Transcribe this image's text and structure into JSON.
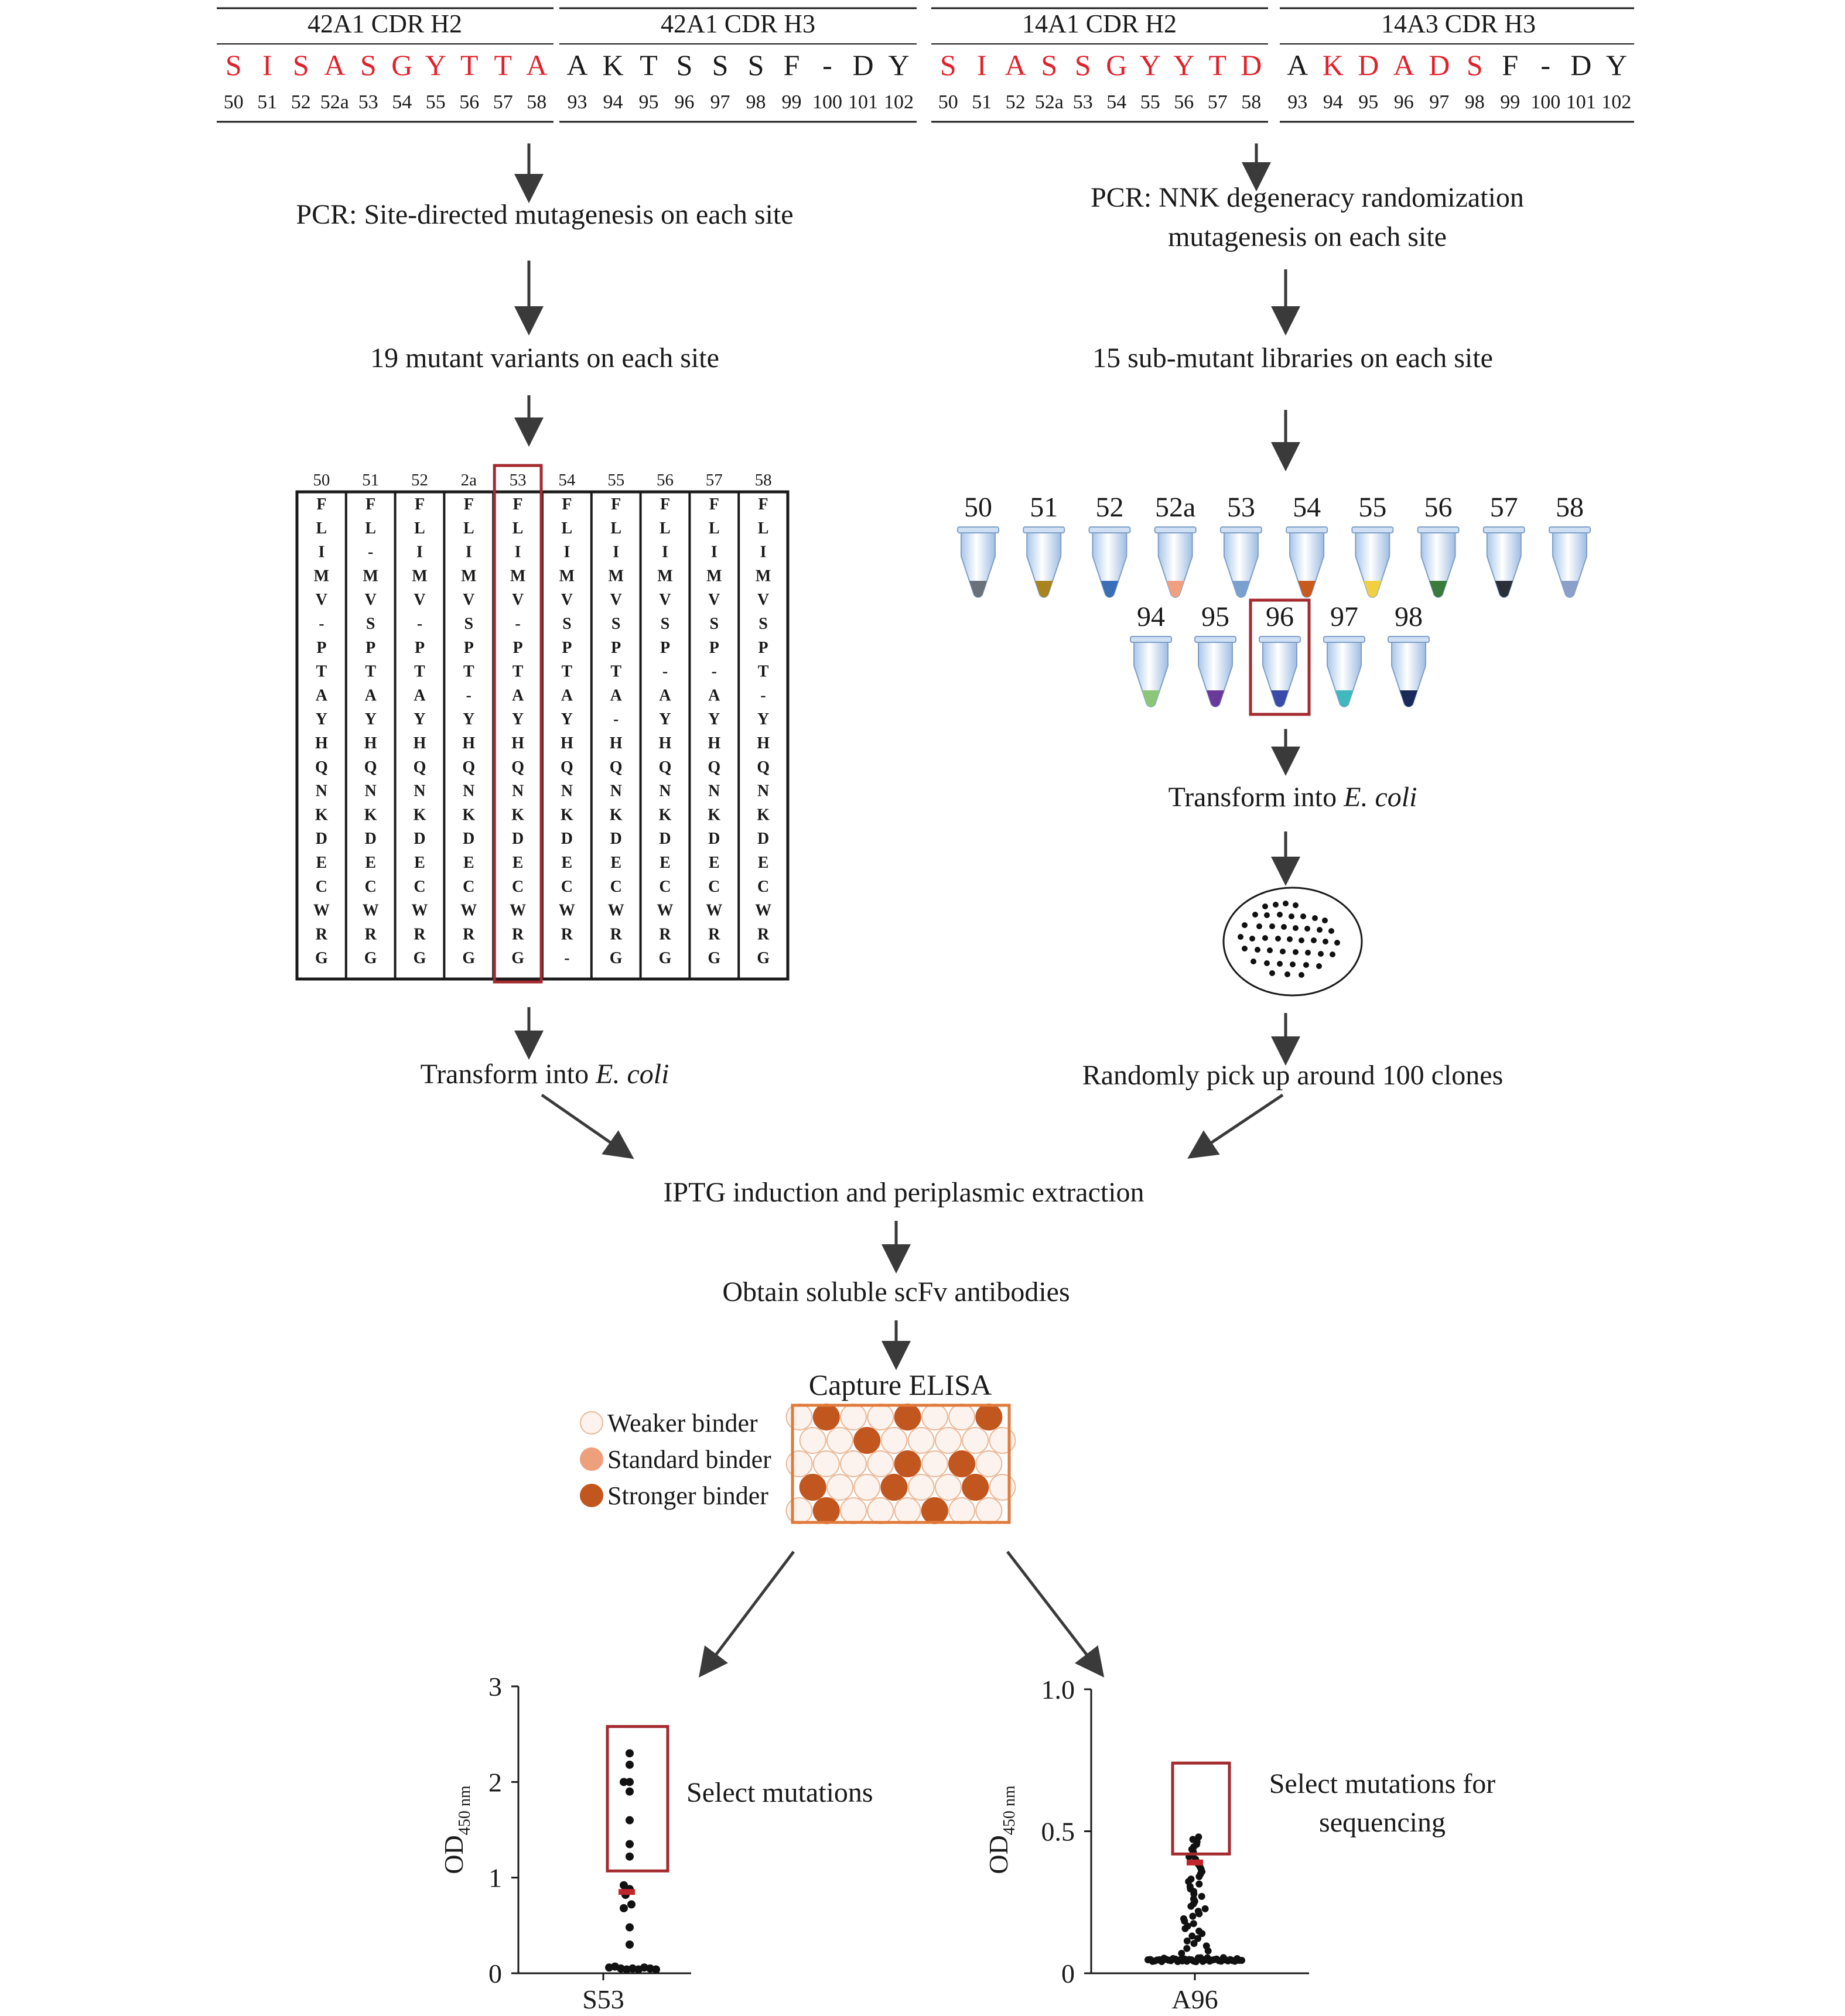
{
  "colors": {
    "red": "#e1212a",
    "black": "#1a1a1a",
    "arrow": "#3a3a3a",
    "box_red": "#a32a2e",
    "elisa_border": "#e07a3a",
    "strong": "#c1561f",
    "standard": "#eea07c",
    "weak_fill": "#fdf3ee",
    "weak_stroke": "#e9b898",
    "median": "#c0262b"
  },
  "header": {
    "left_h2": {
      "title": "42A1 CDR H2",
      "residues": [
        "S",
        "I",
        "S",
        "A",
        "S",
        "G",
        "Y",
        "T",
        "T",
        "A"
      ],
      "positions": [
        "50",
        "51",
        "52",
        "52a",
        "53",
        "54",
        "55",
        "56",
        "57",
        "58"
      ]
    },
    "left_h3": {
      "title": "42A1 CDR H3",
      "residues": [
        "A",
        "K",
        "T",
        "S",
        "S",
        "S",
        "F",
        "-",
        "D",
        "Y"
      ],
      "positions": [
        "93",
        "94",
        "95",
        "96",
        "97",
        "98",
        "99",
        "100",
        "101",
        "102"
      ]
    },
    "right_h2": {
      "title": "14A1 CDR H2",
      "residues": [
        "S",
        "I",
        "A",
        "S",
        "S",
        "G",
        "Y",
        "Y",
        "T",
        "D"
      ],
      "positions": [
        "50",
        "51",
        "52",
        "52a",
        "53",
        "54",
        "55",
        "56",
        "57",
        "58"
      ]
    },
    "right_h3": {
      "title": "14A3 CDR H3",
      "residues": [
        "A",
        "K",
        "D",
        "A",
        "D",
        "S",
        "F",
        "-",
        "D",
        "Y"
      ],
      "positions": [
        "93",
        "94",
        "95",
        "96",
        "97",
        "98",
        "99",
        "100",
        "101",
        "102"
      ]
    }
  },
  "left_flow": {
    "step1": "PCR: Site-directed mutagenesis on each site",
    "step2": "19 mutant variants on each site",
    "step3_prefix": "Transform into ",
    "step3_italic": "E. coli"
  },
  "mutant_table": {
    "headers": [
      "50",
      "51",
      "52",
      "2a",
      "53",
      "54",
      "55",
      "56",
      "57",
      "58"
    ],
    "highlight_index": 4,
    "columns": [
      [
        "F",
        "L",
        "I",
        "M",
        "V",
        "-",
        "P",
        "T",
        "A",
        "Y",
        "H",
        "Q",
        "N",
        "K",
        "D",
        "E",
        "C",
        "W",
        "R",
        "G"
      ],
      [
        "F",
        "L",
        "-",
        "M",
        "V",
        "S",
        "P",
        "T",
        "A",
        "Y",
        "H",
        "Q",
        "N",
        "K",
        "D",
        "E",
        "C",
        "W",
        "R",
        "G"
      ],
      [
        "F",
        "L",
        "I",
        "M",
        "V",
        "-",
        "P",
        "T",
        "A",
        "Y",
        "H",
        "Q",
        "N",
        "K",
        "D",
        "E",
        "C",
        "W",
        "R",
        "G"
      ],
      [
        "F",
        "L",
        "I",
        "M",
        "V",
        "S",
        "P",
        "T",
        "-",
        "Y",
        "H",
        "Q",
        "N",
        "K",
        "D",
        "E",
        "C",
        "W",
        "R",
        "G"
      ],
      [
        "F",
        "L",
        "I",
        "M",
        "V",
        "-",
        "P",
        "T",
        "A",
        "Y",
        "H",
        "Q",
        "N",
        "K",
        "D",
        "E",
        "C",
        "W",
        "R",
        "G"
      ],
      [
        "F",
        "L",
        "I",
        "M",
        "V",
        "S",
        "P",
        "T",
        "A",
        "Y",
        "H",
        "Q",
        "N",
        "K",
        "D",
        "E",
        "C",
        "W",
        "R",
        "-"
      ],
      [
        "F",
        "L",
        "I",
        "M",
        "V",
        "S",
        "P",
        "T",
        "A",
        "-",
        "H",
        "Q",
        "N",
        "K",
        "D",
        "E",
        "C",
        "W",
        "R",
        "G"
      ],
      [
        "F",
        "L",
        "I",
        "M",
        "V",
        "S",
        "P",
        "-",
        "A",
        "Y",
        "H",
        "Q",
        "N",
        "K",
        "D",
        "E",
        "C",
        "W",
        "R",
        "G"
      ],
      [
        "F",
        "L",
        "I",
        "M",
        "V",
        "S",
        "P",
        "-",
        "A",
        "Y",
        "H",
        "Q",
        "N",
        "K",
        "D",
        "E",
        "C",
        "W",
        "R",
        "G"
      ],
      [
        "F",
        "L",
        "I",
        "M",
        "V",
        "S",
        "P",
        "T",
        "-",
        "Y",
        "H",
        "Q",
        "N",
        "K",
        "D",
        "E",
        "C",
        "W",
        "R",
        "G"
      ]
    ]
  },
  "right_flow": {
    "step1_line1": "PCR: NNK degeneracy randomization",
    "step1_line2": "mutagenesis on each site",
    "step2": "15 sub-mutant libraries on each site",
    "step3_prefix": "Transform into ",
    "step3_italic": "E. coli",
    "step4": "Randomly pick up around 100 clones"
  },
  "tubes": {
    "row1": [
      {
        "label": "50",
        "color": "#6b7178"
      },
      {
        "label": "51",
        "color": "#a8841e"
      },
      {
        "label": "52",
        "color": "#3a6fb8"
      },
      {
        "label": "52a",
        "color": "#f0a080"
      },
      {
        "label": "53",
        "color": "#7aa0d0"
      },
      {
        "label": "54",
        "color": "#c85a1e"
      },
      {
        "label": "55",
        "color": "#f0d040"
      },
      {
        "label": "56",
        "color": "#3a7a3a"
      },
      {
        "label": "57",
        "color": "#2a2f38"
      },
      {
        "label": "58",
        "color": "#8aa0c8"
      }
    ],
    "row2": [
      {
        "label": "94",
        "color": "#8ac878"
      },
      {
        "label": "95",
        "color": "#6a3a9a"
      },
      {
        "label": "96",
        "color": "#3a4aa8"
      },
      {
        "label": "97",
        "color": "#40b8c0"
      },
      {
        "label": "98",
        "color": "#1a2a58"
      }
    ],
    "highlight_label": "96"
  },
  "merge": {
    "step1": "IPTG induction and periplasmic extraction",
    "step2": "Obtain soluble scFv antibodies",
    "elisa_title": "Capture ELISA"
  },
  "legend": [
    {
      "label": "Weaker binder",
      "kind": "weak"
    },
    {
      "label": "Standard binder",
      "kind": "standard"
    },
    {
      "label": "Stronger binder",
      "kind": "strong"
    }
  ],
  "elisa_plate": {
    "rows": [
      [
        "weak",
        "strong",
        "weak",
        "weak",
        "strong",
        "weak",
        "weak",
        "strong"
      ],
      [
        "weak",
        "weak",
        "strong",
        "weak",
        "weak",
        "weak",
        "weak",
        "weak"
      ],
      [
        "weak",
        "weak",
        "weak",
        "weak",
        "strong",
        "weak",
        "strong",
        "weak"
      ],
      [
        "strong",
        "weak",
        "weak",
        "strong",
        "weak",
        "weak",
        "strong",
        "weak"
      ],
      [
        "weak",
        "strong",
        "weak",
        "weak",
        "weak",
        "strong",
        "weak",
        "weak"
      ]
    ]
  },
  "chart_data": [
    {
      "type": "scatter",
      "categories": [
        "S53"
      ],
      "ylabel_main": "OD",
      "ylabel_sub": "450 nm",
      "ylim": [
        0,
        3
      ],
      "yticks": [
        "0",
        "1",
        "2",
        "3"
      ],
      "annotation": "Select mutations",
      "selection_box": [
        1.07,
        2.58
      ],
      "median": 0.85,
      "points": [
        {
          "dx": -0.3,
          "y": 0.06
        },
        {
          "dx": -0.2,
          "y": 0.07
        },
        {
          "dx": -0.1,
          "y": 0.05
        },
        {
          "dx": 0.0,
          "y": 0.04
        },
        {
          "dx": 0.1,
          "y": 0.05
        },
        {
          "dx": 0.2,
          "y": 0.04
        },
        {
          "dx": 0.3,
          "y": 0.06
        },
        {
          "dx": 0.4,
          "y": 0.05
        },
        {
          "dx": 0.5,
          "y": 0.04
        },
        {
          "dx": 0.05,
          "y": 0.3
        },
        {
          "dx": 0.05,
          "y": 0.48
        },
        {
          "dx": -0.05,
          "y": 0.68
        },
        {
          "dx": 0.08,
          "y": 0.72
        },
        {
          "dx": -0.02,
          "y": 0.82
        },
        {
          "dx": 0.05,
          "y": 0.88
        },
        {
          "dx": -0.05,
          "y": 0.92
        },
        {
          "dx": 0.05,
          "y": 1.22
        },
        {
          "dx": 0.05,
          "y": 1.35
        },
        {
          "dx": 0.05,
          "y": 1.6
        },
        {
          "dx": 0.05,
          "y": 1.9
        },
        {
          "dx": -0.05,
          "y": 2.0
        },
        {
          "dx": 0.05,
          "y": 2.0
        },
        {
          "dx": 0.05,
          "y": 2.18
        },
        {
          "dx": 0.05,
          "y": 2.3
        }
      ]
    },
    {
      "type": "scatter",
      "categories": [
        "A96"
      ],
      "ylabel_main": "OD",
      "ylabel_sub": "450 nm",
      "ylim": [
        0,
        1.0
      ],
      "yticks": [
        "0",
        "0.5",
        "1.0"
      ],
      "annotation_line1": "Select mutations for",
      "annotation_line2": "sequencing",
      "selection_box": [
        0.42,
        0.74
      ],
      "median": 0.39
    }
  ]
}
